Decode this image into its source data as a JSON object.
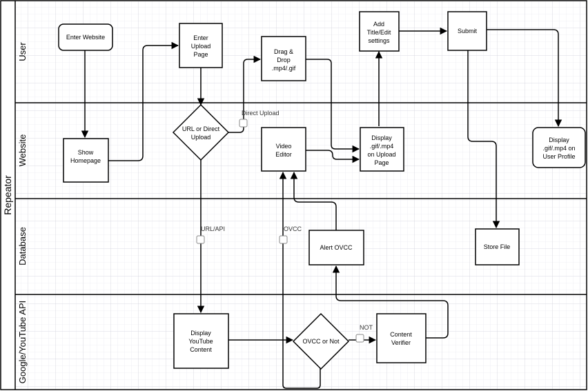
{
  "pool": {
    "title": "Repeator"
  },
  "lanes": [
    {
      "id": "user",
      "label": "User"
    },
    {
      "id": "website",
      "label": "Website"
    },
    {
      "id": "database",
      "label": "Database"
    },
    {
      "id": "api",
      "label": "Google/YouTube API"
    }
  ],
  "nodes": [
    {
      "id": "enter-website",
      "lines": [
        "Enter Website"
      ]
    },
    {
      "id": "enter-upload-page",
      "lines": [
        "Enter",
        "Upload",
        "Page"
      ]
    },
    {
      "id": "drag-drop",
      "lines": [
        "Drag &",
        "Drop",
        ".mp4/.gif"
      ]
    },
    {
      "id": "add-title",
      "lines": [
        "Add",
        "Title/Edit",
        "settings"
      ]
    },
    {
      "id": "submit",
      "lines": [
        "Submit"
      ]
    },
    {
      "id": "show-homepage",
      "lines": [
        "Show",
        "Homepage"
      ]
    },
    {
      "id": "url-or-direct",
      "lines": [
        "URL or Direct",
        "Upload"
      ]
    },
    {
      "id": "video-editor",
      "lines": [
        "Video",
        "Editor"
      ]
    },
    {
      "id": "display-upload",
      "lines": [
        "Display",
        ".gif/.mp4",
        "on Upload",
        "Page"
      ]
    },
    {
      "id": "display-profile",
      "lines": [
        "Display",
        ".gif/.mp4 on",
        "User Profile"
      ]
    },
    {
      "id": "alert-ovcc",
      "lines": [
        "Alert OVCC"
      ]
    },
    {
      "id": "store-file",
      "lines": [
        "Store File"
      ]
    },
    {
      "id": "display-youtube",
      "lines": [
        "Display",
        "YouTube",
        "Content"
      ]
    },
    {
      "id": "ovcc-or-not",
      "lines": [
        "OVCC or Not"
      ]
    },
    {
      "id": "content-verifier",
      "lines": [
        "Content",
        "Verifier"
      ]
    }
  ],
  "edge_labels": {
    "direct_upload": "Direct Upload",
    "url_api": "URL/API",
    "ovcc": "OVCC",
    "not": "NOT"
  }
}
